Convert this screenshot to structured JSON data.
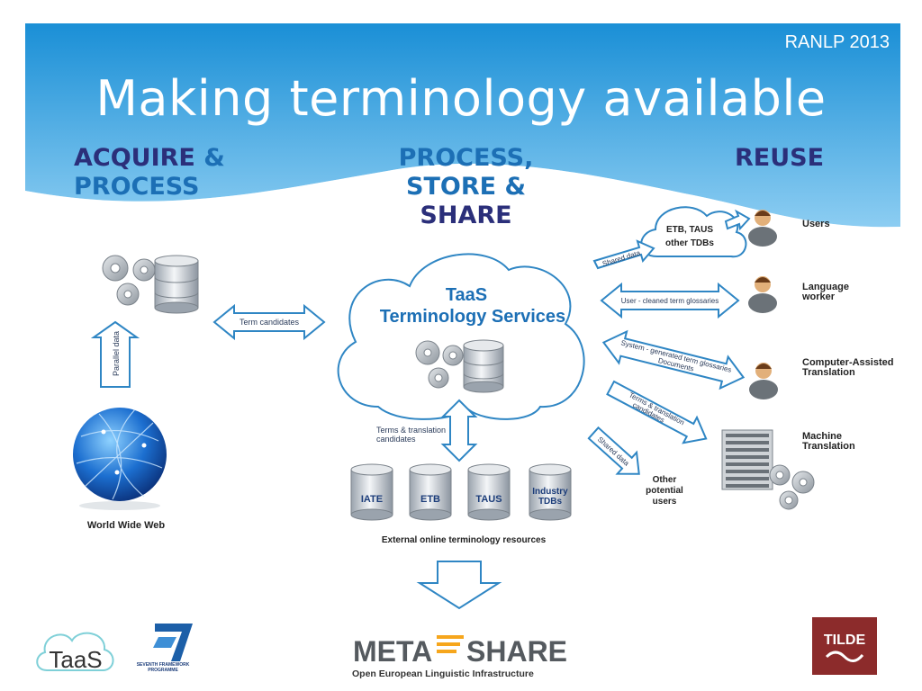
{
  "slide": {
    "tag": "RANLP 2013",
    "title": "Making terminology available"
  },
  "columns": {
    "acquire": {
      "line1": "ACQUIRE",
      "amp": "&",
      "line2": "PROCESS"
    },
    "process": {
      "line1": "PROCESS,",
      "line2": "STORE &",
      "line3": "SHARE"
    },
    "reuse": {
      "line1": "REUSE"
    }
  },
  "left": {
    "parallel_data": "Parallel data",
    "term_candidates": "Term candidates",
    "www_label": "World Wide Web"
  },
  "center": {
    "cloud_title_1": "TaaS",
    "cloud_title_2": "Terminology Services",
    "terms_translation": [
      "Terms & translation",
      "candidates"
    ],
    "resources": [
      "IATE",
      "ETB",
      "TAUS",
      "Industry TDBs"
    ],
    "resources_caption": "External online terminology resources"
  },
  "right": {
    "small_cloud": [
      "ETB, TAUS",
      "other TDBs"
    ],
    "shared_data_1": "Shared data",
    "user_cleaned": "User - cleaned term glossaries",
    "system_generated": [
      "System - generated term glossaries",
      "Documents"
    ],
    "terms_translation": [
      "Terms & translation",
      "candidates"
    ],
    "shared_data_2": "Shared data",
    "other_potential": [
      "Other",
      "potential",
      "users"
    ],
    "users": "Users",
    "language_worker": [
      "Language",
      "worker"
    ],
    "cat": [
      "Computer-Assisted",
      "Translation"
    ],
    "mt": [
      "Machine",
      "Translation"
    ]
  },
  "footer": {
    "taas_logo": "TaaS",
    "fp7_logo": "SEVENTH FRAMEWORK PROGRAMME",
    "meta": "META",
    "share": "SHARE",
    "meta_sub": "Open European Linguistic Infrastructure",
    "tilde": "TILDE"
  },
  "colors": {
    "header_top": "#1a8fd6",
    "header_bottom": "#8ccdf2",
    "diagram_stroke": "#2f86c4",
    "tilde_bg": "#8c2b2b"
  }
}
